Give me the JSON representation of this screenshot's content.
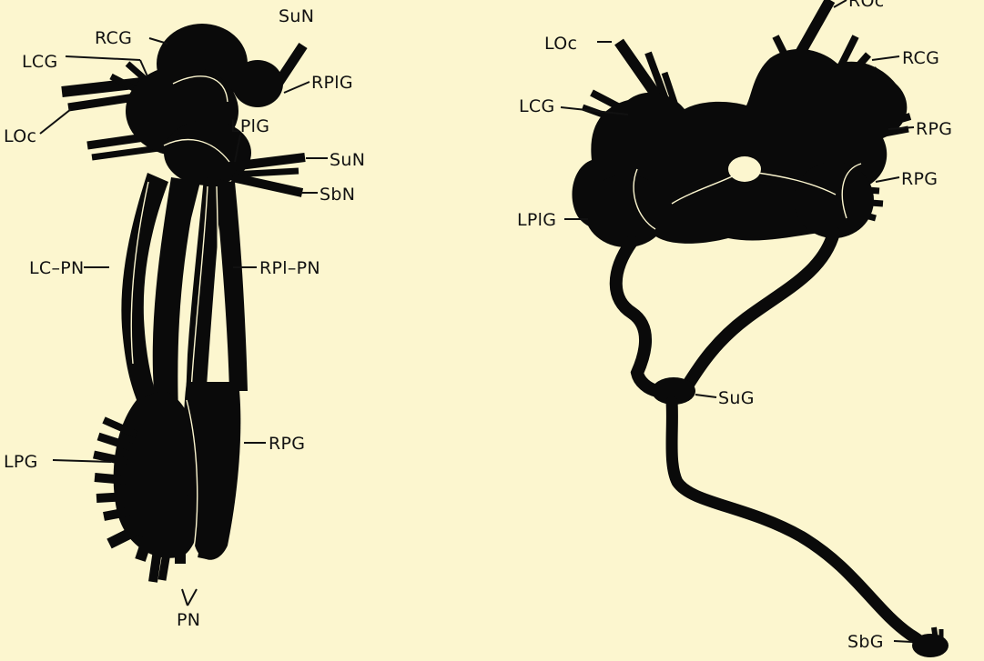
{
  "left_figure": {
    "labels": {
      "RCG": "RCG",
      "SuN_top": "SuN",
      "LCG": "LCG",
      "RPlG": "RPlG",
      "LOc": "LOc",
      "LPlG": "LPlG",
      "SuN": "SuN",
      "SbN": "SbN",
      "LC_PN": "LC–PN",
      "RPl_PN": "RPl–PN",
      "LPG": "LPG",
      "RPG": "RPG",
      "PN": "PN"
    }
  },
  "right_figure": {
    "labels": {
      "ROc": "ROc",
      "LOc": "LOc",
      "RCG": "RCG",
      "LCG": "LCG",
      "RPG_upper": "RPG",
      "RPG_lower": "RPG",
      "LPlG": "LPlG",
      "SuG": "SuG",
      "SbG": "SbG"
    }
  }
}
